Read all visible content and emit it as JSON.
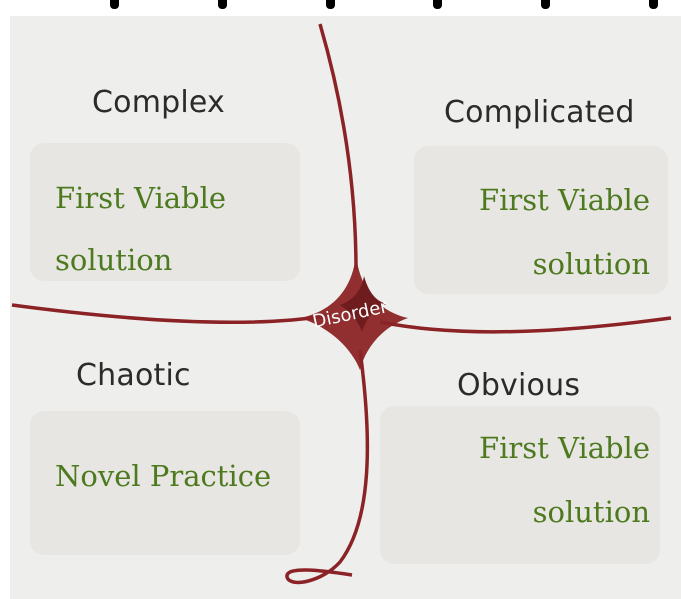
{
  "quadrants": {
    "complex": {
      "label": "Complex",
      "body": [
        "First Viable",
        "solution"
      ]
    },
    "complicated": {
      "label": "Complicated",
      "body": [
        "First Viable",
        "solution"
      ]
    },
    "chaotic": {
      "label": "Chaotic",
      "body": [
        "Novel Practice"
      ]
    },
    "obvious": {
      "label": "Obvious",
      "body": [
        "First Viable",
        "solution"
      ]
    }
  },
  "center": {
    "label": "Disorder"
  },
  "colors": {
    "curve": "#8b2326",
    "center_fill": "#9b3a3a",
    "background": "#eeeeec",
    "box": "#e7e6e2",
    "body_text": "#4d7a1f",
    "label_text": "#2b2b2b"
  }
}
